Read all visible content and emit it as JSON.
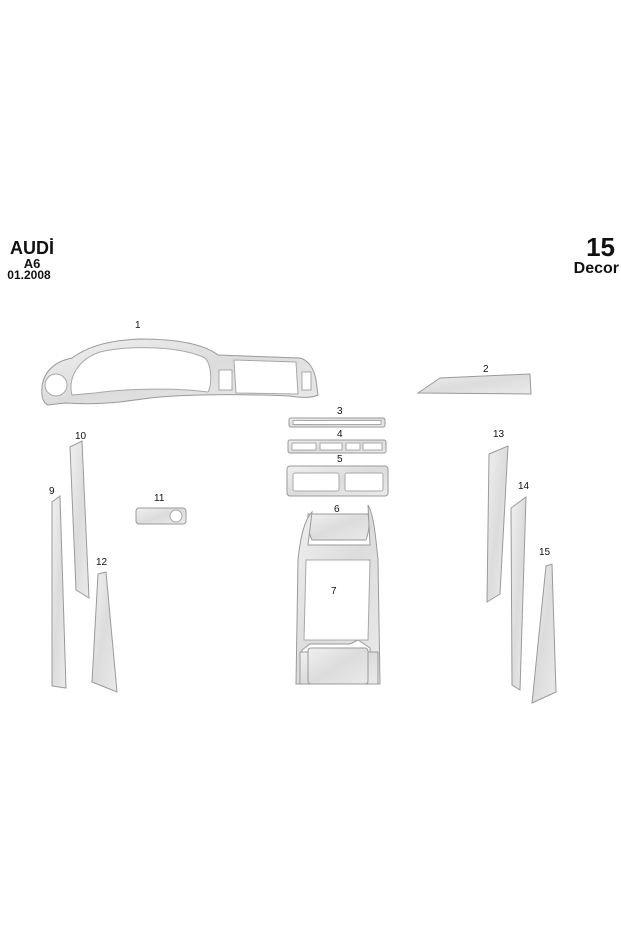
{
  "header": {
    "make": "AUDİ",
    "model": "A6",
    "date": "01.2008",
    "piece_count": "15",
    "decor_label": "Decor"
  },
  "parts": {
    "p1": "1",
    "p2": "2",
    "p3": "3",
    "p4": "4",
    "p5": "5",
    "p6": "6",
    "p7": "7",
    "p9": "9",
    "p10": "10",
    "p11": "11",
    "p12": "12",
    "p13": "13",
    "p14": "14",
    "p15": "15"
  },
  "colors": {
    "background": "#ffffff",
    "part_fill": "#e6e6e6",
    "part_outline": "#9a9a9a",
    "text": "#111111"
  }
}
